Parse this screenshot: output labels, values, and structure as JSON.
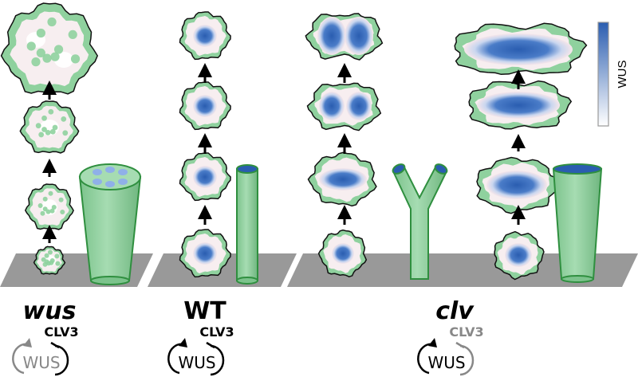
{
  "panels": [
    {
      "label": "wus",
      "italic": true
    },
    {
      "label": "WT",
      "italic": false
    },
    {
      "label": "clv",
      "italic": true
    }
  ],
  "loops": [
    {
      "wus": "WUS",
      "clv3": "CLV3",
      "wus_active": false,
      "clv3_active": true
    },
    {
      "wus": "WUS",
      "clv3": "CLV3",
      "wus_active": true,
      "clv3_active": true
    },
    {
      "wus": "WUS",
      "clv3": "CLV3",
      "wus_active": true,
      "clv3_active": false
    }
  ],
  "legend": {
    "label": "WUS",
    "high_color": "#2a5db0",
    "low_color": "#ffffff"
  },
  "colors": {
    "tissue": "#8fd19e",
    "platform": "#999999",
    "stem": "#8fd19e",
    "stem_edge": "#2f8f3f",
    "inactive": "#888888"
  }
}
